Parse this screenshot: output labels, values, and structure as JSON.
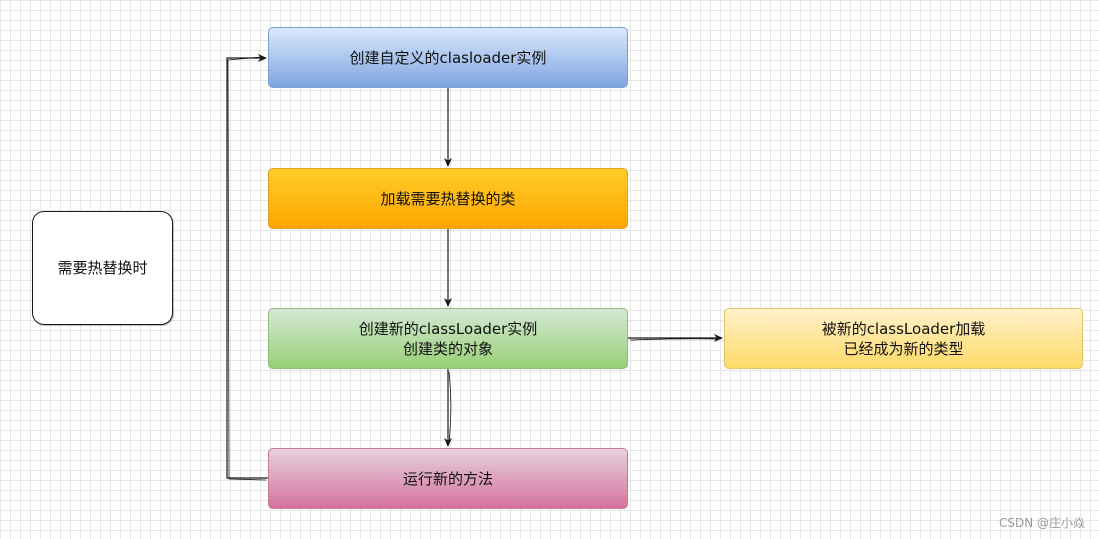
{
  "nodes": {
    "start": "需要热替换时",
    "step1": "创建自定义的clasloader实例",
    "step2": "加载需要热替换的类",
    "step3_line1": "创建新的classLoader实例",
    "step3_line2": "创建类的对象",
    "step4": "运行新的方法",
    "result_line1": "被新的classLoader加载",
    "result_line2": "已经成为新的类型"
  },
  "watermark": "CSDN @庄小焱",
  "colors": {
    "step1": "#7ea6e0",
    "step2": "#ffa500",
    "step3": "#97d077",
    "step4": "#d5739d",
    "result": "#ffd966",
    "edge": "#1a1a1a"
  }
}
